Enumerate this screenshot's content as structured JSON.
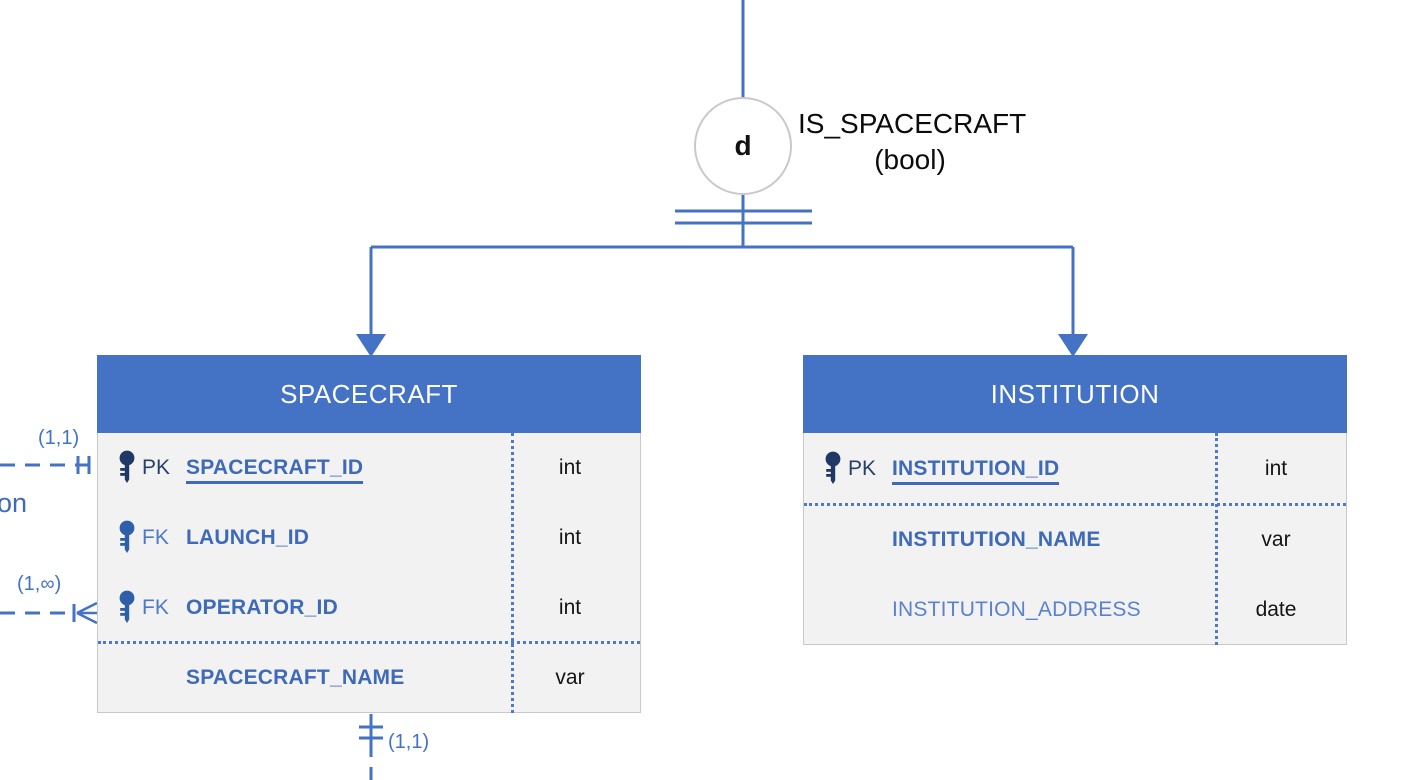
{
  "diagram": {
    "colors": {
      "accent_blue": "#4472C4",
      "pk_navy": "#1F3864",
      "fk_blue": "#2E5FA8",
      "table_header_bg": "#4472C4",
      "table_body_bg": "#F2F2F2",
      "table_border": "#C9C9C9"
    },
    "specialization": {
      "circle_label": "d",
      "name": "IS_SPACECRAFT",
      "type": "(bool)"
    },
    "tables": {
      "spacecraft": {
        "title": "SPACECRAFT",
        "rows": [
          {
            "key": "PK",
            "name": "SPACECRAFT_ID",
            "type": "int"
          },
          {
            "key": "FK",
            "name": "LAUNCH_ID",
            "type": "int"
          },
          {
            "key": "FK",
            "name": "OPERATOR_ID",
            "type": "int"
          },
          {
            "key": "",
            "name": "SPACECRAFT_NAME",
            "type": "var"
          }
        ]
      },
      "institution": {
        "title": "INSTITUTION",
        "rows": [
          {
            "key": "PK",
            "name": "INSTITUTION_ID",
            "type": "int"
          },
          {
            "key": "",
            "name": "INSTITUTION_NAME",
            "type": "var"
          },
          {
            "key": "",
            "name": "INSTITUTION_ADDRESS",
            "type": "date"
          }
        ]
      }
    },
    "cardinalities": {
      "spacecraft_pk_left": "(1,1)",
      "spacecraft_operator_left": "(1,∞)",
      "spacecraft_bottom": "(1,1)"
    },
    "edge_fragment": "on"
  }
}
